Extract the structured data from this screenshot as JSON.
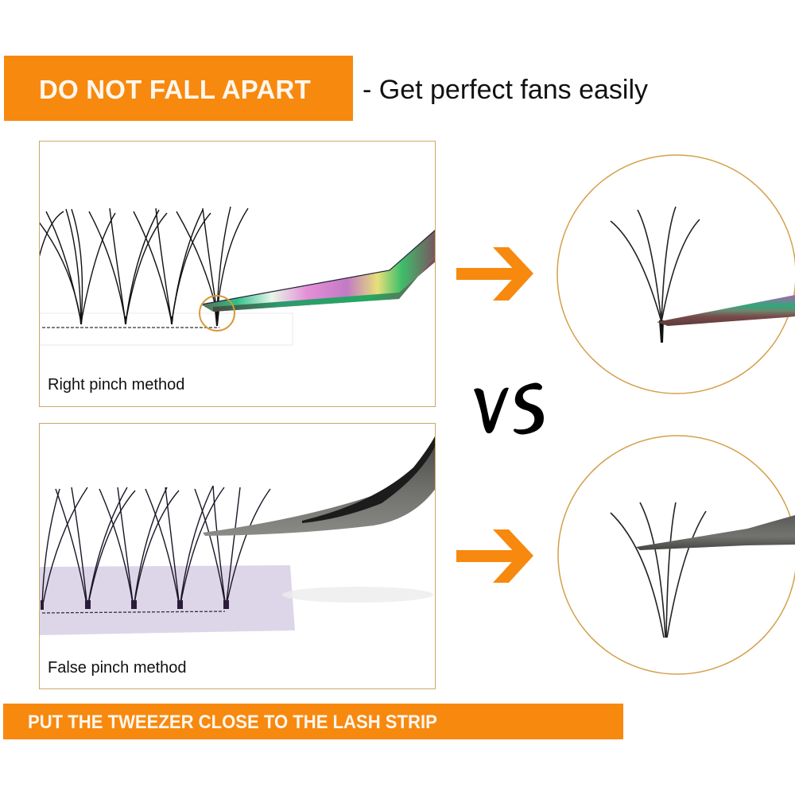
{
  "header": {
    "banner_label": "DO NOT FALL APART",
    "subtitle": "- Get perfect fans easily"
  },
  "panels": [
    {
      "caption": "Right pinch method",
      "tweezer_style": "rainbow",
      "strip_color": "#ffffff",
      "fan_count": 4
    },
    {
      "caption": "False pinch method",
      "tweezer_style": "gray",
      "strip_color": "#d9d2e6",
      "fan_count": 5
    }
  ],
  "comparison_label": "VS",
  "icons": {
    "arrow": "arrow-right-icon",
    "highlight_circle": "highlight-circle-icon"
  },
  "footer": {
    "banner_label": "PUT THE TWEEZER CLOSE TO THE LASH STRIP"
  },
  "colors": {
    "accent_orange": "#f7890f",
    "border_gold": "#c9a968",
    "banner_text": "#fff7ee"
  }
}
